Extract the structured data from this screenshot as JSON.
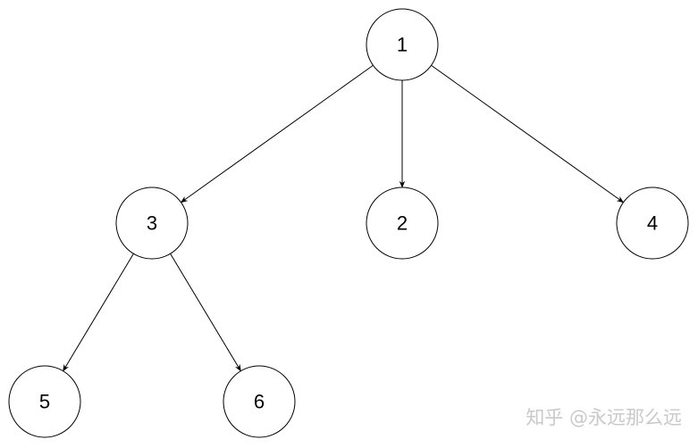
{
  "diagram": {
    "type": "tree",
    "nodes": [
      {
        "id": "n1",
        "label": "1"
      },
      {
        "id": "n3",
        "label": "3"
      },
      {
        "id": "n2",
        "label": "2"
      },
      {
        "id": "n4",
        "label": "4"
      },
      {
        "id": "n5",
        "label": "5"
      },
      {
        "id": "n6",
        "label": "6"
      }
    ],
    "edges": [
      {
        "from": "n1",
        "to": "n3"
      },
      {
        "from": "n1",
        "to": "n2"
      },
      {
        "from": "n1",
        "to": "n4"
      },
      {
        "from": "n3",
        "to": "n5"
      },
      {
        "from": "n3",
        "to": "n6"
      }
    ],
    "colors": {
      "node_fill": "#ffffff",
      "node_stroke": "#000000",
      "edge": "#000000",
      "watermark": "#c9c9c9"
    }
  },
  "watermark": "知乎 @永远那么远"
}
